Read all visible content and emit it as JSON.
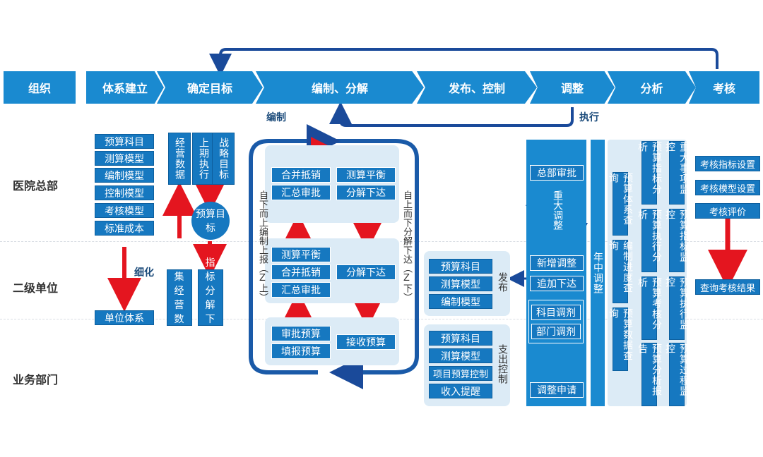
{
  "colors": {
    "primary": "#1678c0",
    "accent_red": "#e4151f",
    "panel": "#dcebf6",
    "dark": "#0d5f9e"
  },
  "header": {
    "org": "组织",
    "steps": [
      "体系建立",
      "确定目标",
      "编制、分解",
      "发布、控制",
      "调整",
      "分析",
      "考核"
    ]
  },
  "flow_labels": {
    "compile": "编制",
    "execute": "执行",
    "refine": "细化",
    "publish": "发布",
    "spend_control": "支出控制"
  },
  "rows": {
    "hq": "医院总部",
    "secondary": "二级单位",
    "department": "业务部门"
  },
  "system": {
    "items": [
      "预算科目",
      "测算模型",
      "编制模型",
      "控制模型",
      "考核模型",
      "标准成本"
    ],
    "unit": "单位体系"
  },
  "targets": {
    "top": [
      "经营数据",
      "上期执行",
      "战略目标"
    ],
    "goal": "预算目标",
    "bottom": [
      "收集经营数据",
      "指标分解下达"
    ]
  },
  "compile_loop": {
    "left_label": "自下而上编制上报（Z上）",
    "right_label": "自上而下分解下达（Z下）",
    "hq": [
      "合并抵销",
      "汇总审批",
      "测算平衡",
      "分解下达"
    ],
    "secondary": [
      "测算平衡",
      "合并抵销",
      "汇总审批",
      "分解下达"
    ],
    "department": [
      "审批预算",
      "填报预算",
      "接收预算"
    ]
  },
  "publish": {
    "items": [
      "预算科目",
      "测算模型",
      "编制模型"
    ]
  },
  "control": {
    "items": [
      "预算科目",
      "测算模型",
      "项目预算控制",
      "收入提醒"
    ]
  },
  "adjust": {
    "hq_approve": "总部审批",
    "major": "重大调整",
    "add": "新增调整",
    "append": "追加下达",
    "subject": "科目调剂",
    "dept": "部门调剂",
    "apply": "调整申请",
    "midyear": "年中调整"
  },
  "analysis": {
    "col1": [
      "预算体系查询",
      "编制进度查询",
      "预算数据查询"
    ],
    "col2": [
      "预算指标分析",
      "预算执行分析",
      "预算考核分析",
      "预算分析报告"
    ],
    "col3": [
      "重大事项监控",
      "预算指标监控",
      "预算执行监控",
      "预算过程监控"
    ]
  },
  "assessment": {
    "items": [
      "考核指标设置",
      "考核模型设置",
      "考核评价"
    ],
    "result": "查询考核结果"
  }
}
